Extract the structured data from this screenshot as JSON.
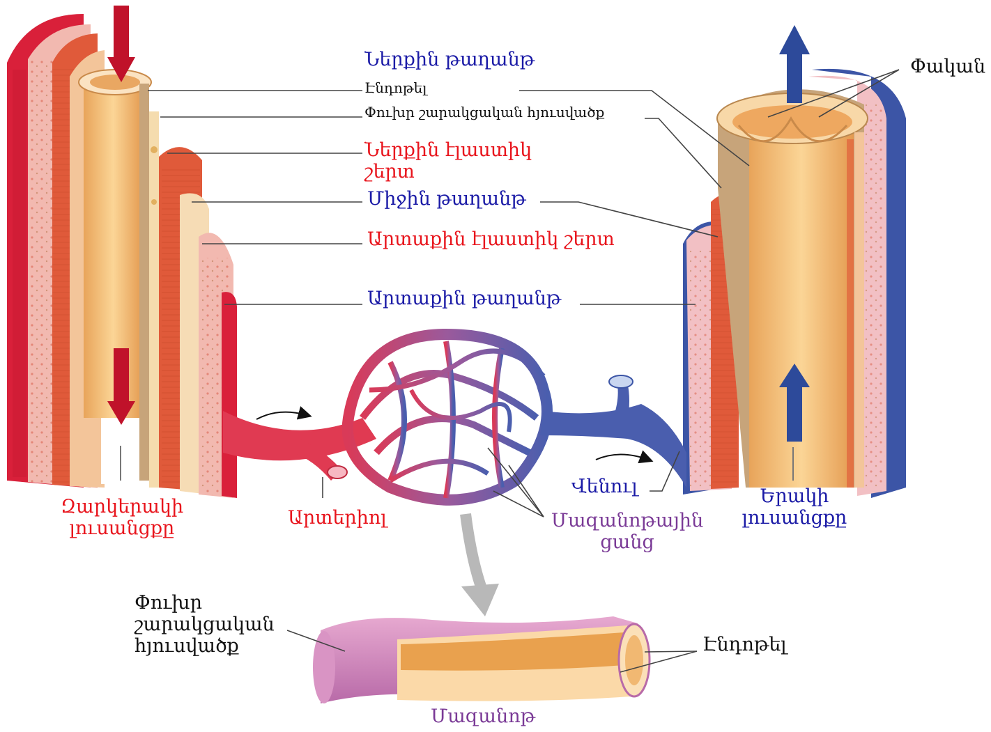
{
  "artery": {
    "tunica_intima": "Ներքին թաղանթ",
    "endothelium": "Էնդոթել",
    "loose_connective_tissue": "Փուխր շարակցական հյուսվածք",
    "internal_elastic_layer": "Ներքին էլաստիկ շերտ",
    "tunica_media": "Միջին թաղանթ",
    "external_elastic_layer": "Արտաքին էլաստիկ շերտ",
    "tunica_externa": "Արտաքին թաղանթ",
    "lumen_line1": "Զարկերակի",
    "lumen_line2": "լուսանցքը"
  },
  "arteriole": "Արտերիոլ",
  "venule": "Վենուլ",
  "capillary_network": {
    "line1": "Մազանոթային",
    "line2": "ցանց"
  },
  "vein": {
    "valve": "Փական",
    "lumen_line1": "Երակի",
    "lumen_line2": "լուսանցքը"
  },
  "capillary": {
    "connective_line1": "Փուխր",
    "connective_line2": "շարակցական",
    "connective_line3": "հյուսվածք",
    "endothelium": "Էնդոթել",
    "title": "Մազանոթ"
  },
  "colors": {
    "artery_red": "#d9203a",
    "vein_blue": "#3c55a6",
    "label_blue": "#1a1aa6",
    "label_red": "#e8141c",
    "label_purple": "#7a3a96"
  }
}
